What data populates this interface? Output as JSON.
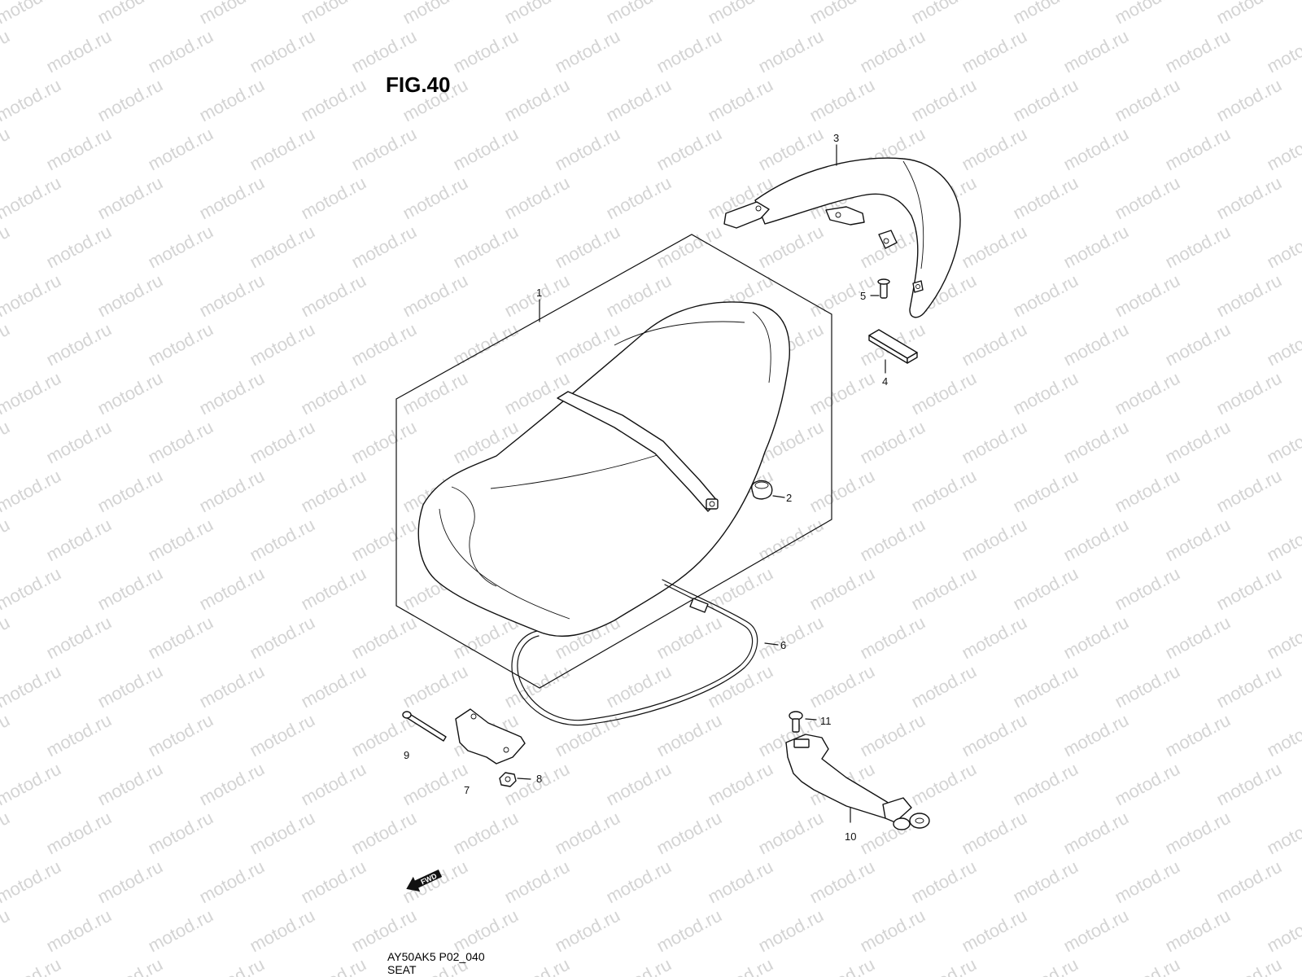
{
  "figure": {
    "title": "FIG.40"
  },
  "footer": {
    "code": "AY50AK5 P02_040",
    "name": "SEAT"
  },
  "watermark": {
    "text": "motod.ru",
    "color": "#d4d4d4"
  },
  "direction_marker": {
    "text": "FWD",
    "icon": "forward-arrow-icon"
  },
  "callouts": [
    {
      "num": "1",
      "part": "seat"
    },
    {
      "num": "2",
      "part": "cushion"
    },
    {
      "num": "3",
      "part": "rear-guard-cover"
    },
    {
      "num": "4",
      "part": "pad"
    },
    {
      "num": "5",
      "part": "screw"
    },
    {
      "num": "6",
      "part": "seat-band"
    },
    {
      "num": "7",
      "part": "hinge-bracket"
    },
    {
      "num": "8",
      "part": "nut"
    },
    {
      "num": "9",
      "part": "bolt"
    },
    {
      "num": "10",
      "part": "seat-lock"
    },
    {
      "num": "11",
      "part": "screw"
    }
  ]
}
